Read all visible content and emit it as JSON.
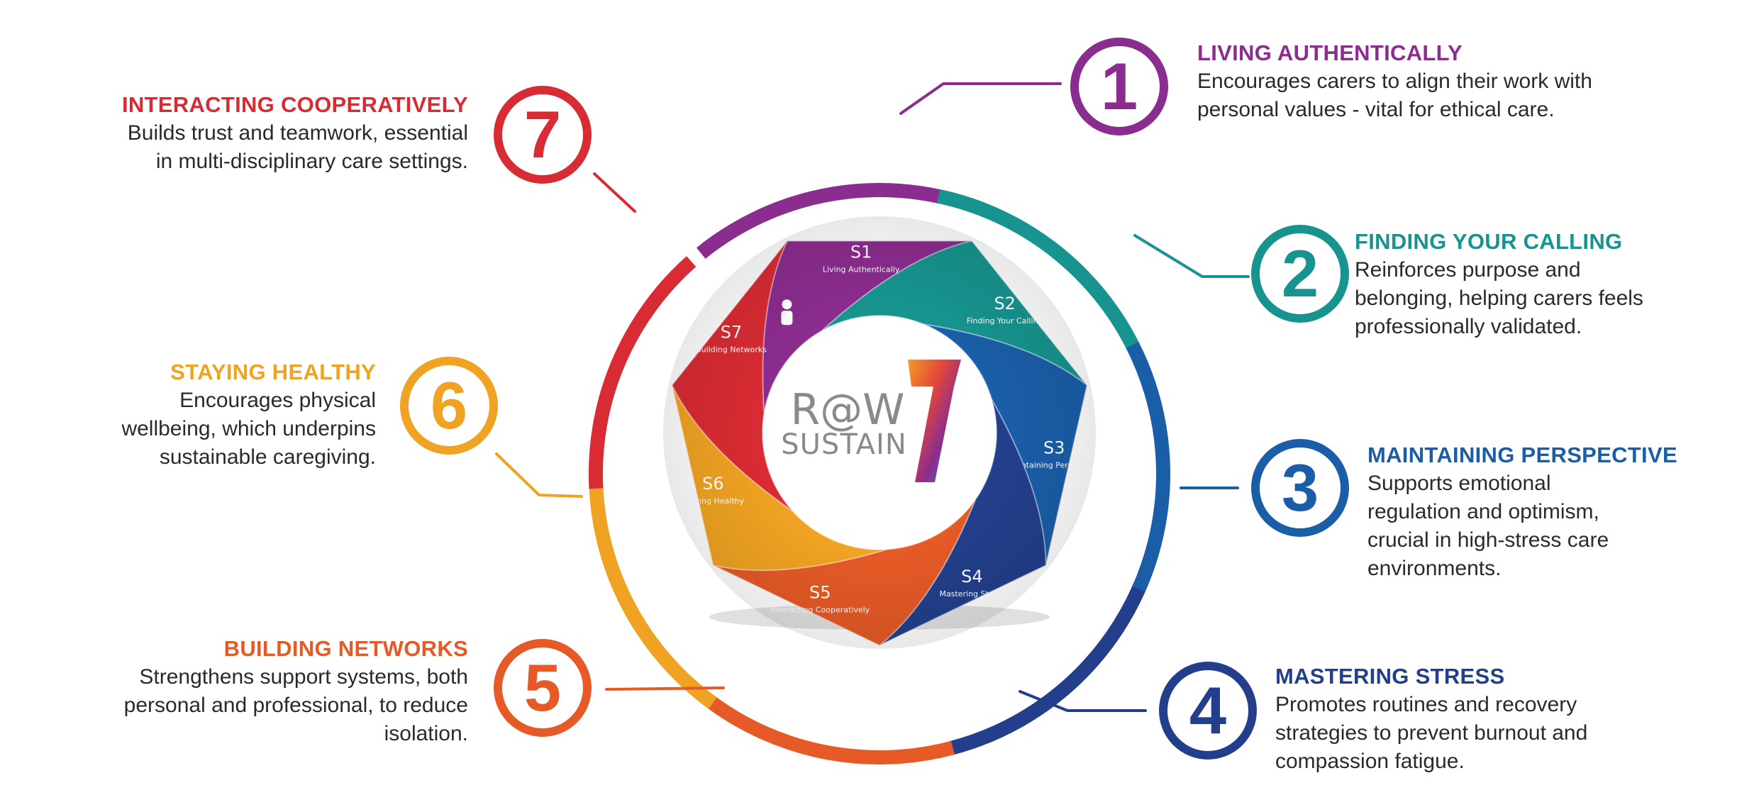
{
  "logo": {
    "line1": "R@W",
    "line2": "SUSTAIN",
    "numeral": "7"
  },
  "skills": [
    {
      "number": "1",
      "short": "S1",
      "label": "Living Authentically",
      "title": "LIVING AUTHENTICALLY",
      "color": "#8b2c8f",
      "desc": [
        "Encourages carers to align their work with",
        "personal values - vital for ethical care."
      ],
      "icon": "person-thought-icon"
    },
    {
      "number": "2",
      "short": "S2",
      "label": "Finding Your Calling",
      "title": "FINDING YOUR CALLING",
      "color": "#17948f",
      "desc": [
        "Reinforces purpose and",
        "belonging, helping carers feels",
        "professionally validated."
      ],
      "icon": "head-question-icon"
    },
    {
      "number": "3",
      "short": "S3",
      "label": "Maintaining Perspective",
      "title": "MAINTAINING PERSPECTIVE",
      "color": "#1a5ea8",
      "desc": [
        "Supports emotional",
        "regulation and optimism,",
        "crucial in high-stress care",
        "environments."
      ],
      "icon": "sprout-hand-icon"
    },
    {
      "number": "4",
      "short": "S4",
      "label": "Mastering Stress",
      "title": "MASTERING STRESS",
      "color": "#233f8c",
      "desc": [
        "Promotes routines and recovery",
        "strategies to prevent burnout and",
        "compassion fatigue."
      ],
      "icon": "relaxing-person-icon"
    },
    {
      "number": "5",
      "short": "S5",
      "label": "Interacting Cooperatively",
      "title": "BUILDING NETWORKS",
      "color": "#e55a26",
      "desc": [
        "Strengthens support systems, both",
        "personal and professional, to reduce",
        "isolation."
      ],
      "icon": "linked-people-icon"
    },
    {
      "number": "6",
      "short": "S6",
      "label": "Staying Healthy",
      "title": "STAYING HEALTHY",
      "color": "#f0a323",
      "desc": [
        "Encourages physical",
        "wellbeing, which underpins",
        "sustainable caregiving."
      ],
      "icon": "lightning-icon"
    },
    {
      "number": "7",
      "short": "S7",
      "label": "Building Networks",
      "title": "INTERACTING COOPERATIVELY",
      "color": "#d92b33",
      "desc": [
        "Builds trust and teamwork, essential",
        "in multi-disciplinary care settings."
      ],
      "icon": "network-people-icon"
    }
  ]
}
